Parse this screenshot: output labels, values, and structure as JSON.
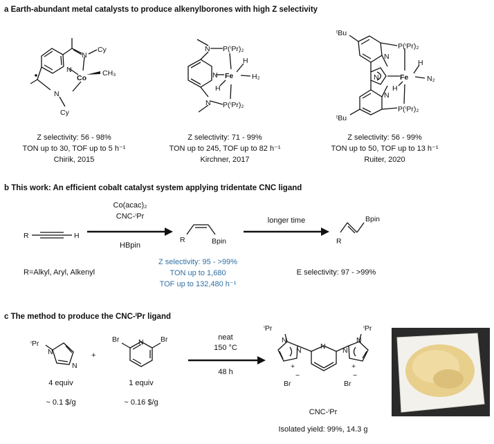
{
  "section_a": {
    "title": "a Earth-abundant metal catalysts to produce alkenylborones with high Z selectivity",
    "catalysts": [
      {
        "selectivity": "Z selectivity: 56 - 98%",
        "ton_tof": "TON up to 30, TOF up to 5 h⁻¹",
        "ref": "Chirik, 2015",
        "atoms": [
          "N",
          "Cy",
          "Co",
          "CH₃",
          "N",
          "Cy",
          "N"
        ]
      },
      {
        "selectivity": "Z selectivity: 71 - 99%",
        "ton_tof": "TON up to 245, TOF up to 82 h⁻¹",
        "ref": "Kirchner, 2017",
        "atoms": [
          "N",
          "P(ⁱPr)₂",
          "N",
          "Fe",
          "H",
          "H₂",
          "H",
          "N",
          "P(ⁱPr)₂"
        ]
      },
      {
        "selectivity": "Z selectivity: 56 - 99%",
        "ton_tof": "TON up to 50, TOF up to 13 h⁻¹",
        "ref": "Ruiter, 2020",
        "atoms": [
          "ᵗBu",
          "N",
          "P(ⁱPr)₂",
          "N",
          "Fe",
          "H",
          "N₂",
          "H",
          "N",
          "P(ⁱPr)₂",
          "ᵗBu"
        ]
      }
    ]
  },
  "section_b": {
    "title": "b This work: An efficient cobalt catalyst system applying tridentate CNC ligand",
    "reagent1": "Co(acac)₂",
    "reagent2": "CNC-ⁱPr",
    "reagent3": "HBpin",
    "longer_time": "longer time",
    "alkyne_R": "R",
    "alkyne_H": "H",
    "z_R": "R",
    "z_Bpin": "Bpin",
    "e_R": "R",
    "e_Bpin": "Bpin",
    "r_groups": "R=Alkyl, Aryl, Alkenyl",
    "results_z": [
      "Z selectivity: 95 - >99%",
      "TON up to 1,680",
      "TOF up to 132,480 h⁻¹"
    ],
    "results_e": "E selectivity: 97 - >99%"
  },
  "section_c": {
    "title": "c The method to produce the CNC-ⁱPr ligand",
    "imidazole_iPr": "ⁱPr",
    "imidazole_N1": "N",
    "imidazole_N2": "N",
    "plus": "+",
    "pyridine_Br1": "Br",
    "pyridine_N": "N",
    "pyridine_Br2": "Br",
    "equiv1": "4 equiv",
    "equiv2": "1 equiv",
    "cost1": "~ 0.1 $/g",
    "cost2": "~ 0.16 $/g",
    "cond1": "neat",
    "cond2": "150 °C",
    "cond3": "48 h",
    "product_atoms": [
      "ⁱPr",
      "N",
      "N",
      "+",
      "−",
      "Br",
      "N",
      "ⁱPr",
      "N",
      "N",
      "+",
      "−",
      "Br"
    ],
    "product_name": "CNC-ⁱPr",
    "yield": "Isolated yield: 99%, 14.3 g"
  },
  "colors": {
    "text": "#111111",
    "highlight": "#2f6fa3",
    "powder": "#e8cf8c",
    "paper": "#f3f1ec",
    "photo_bg": "#2a2a2a"
  }
}
